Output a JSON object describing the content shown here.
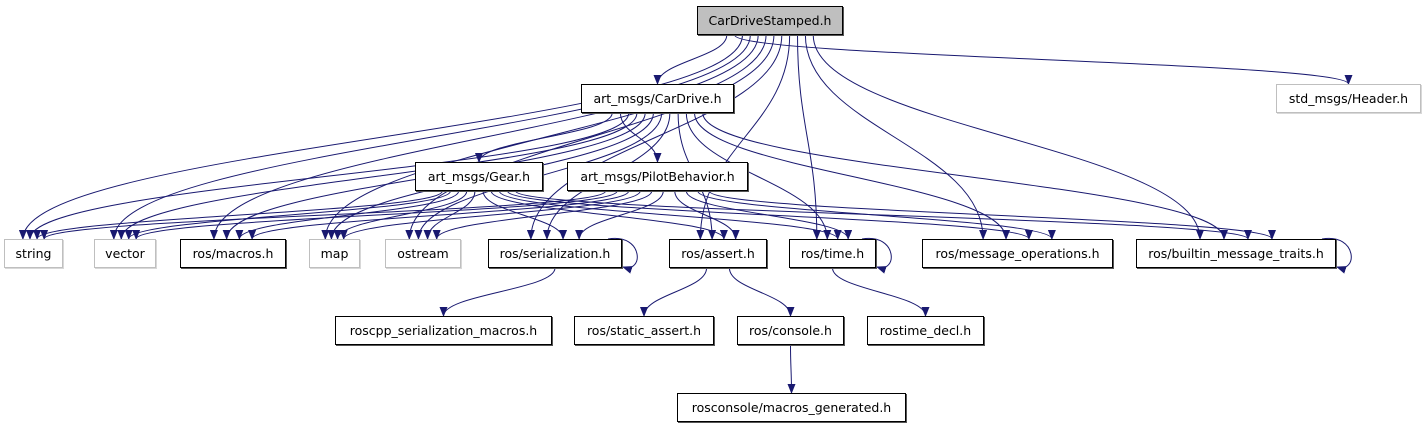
{
  "diagram": {
    "title": "CarDriveStamped.h",
    "edge_color": "#191970",
    "root_fill": "#bfbfbf",
    "nodes": [
      {
        "id": "CarDriveStamped.h",
        "kind": "root"
      },
      {
        "id": "art_msgs/CarDrive.h",
        "kind": "documented"
      },
      {
        "id": "std_msgs/Header.h",
        "kind": "external"
      },
      {
        "id": "art_msgs/Gear.h",
        "kind": "documented"
      },
      {
        "id": "art_msgs/PilotBehavior.h",
        "kind": "documented"
      },
      {
        "id": "string",
        "kind": "external"
      },
      {
        "id": "vector",
        "kind": "external"
      },
      {
        "id": "ros/macros.h",
        "kind": "documented"
      },
      {
        "id": "map",
        "kind": "external"
      },
      {
        "id": "ostream",
        "kind": "external"
      },
      {
        "id": "ros/serialization.h",
        "kind": "documented"
      },
      {
        "id": "ros/assert.h",
        "kind": "documented"
      },
      {
        "id": "ros/time.h",
        "kind": "documented"
      },
      {
        "id": "ros/message_operations.h",
        "kind": "documented"
      },
      {
        "id": "ros/builtin_message_traits.h",
        "kind": "documented"
      },
      {
        "id": "roscpp_serialization_macros.h",
        "kind": "documented"
      },
      {
        "id": "ros/static_assert.h",
        "kind": "documented"
      },
      {
        "id": "ros/console.h",
        "kind": "documented"
      },
      {
        "id": "rostime_decl.h",
        "kind": "documented"
      },
      {
        "id": "rosconsole/macros_generated.h",
        "kind": "documented"
      }
    ],
    "edges": [
      [
        "CarDriveStamped.h",
        "art_msgs/CarDrive.h"
      ],
      [
        "CarDriveStamped.h",
        "std_msgs/Header.h"
      ],
      [
        "CarDriveStamped.h",
        "string"
      ],
      [
        "CarDriveStamped.h",
        "vector"
      ],
      [
        "CarDriveStamped.h",
        "ros/macros.h"
      ],
      [
        "CarDriveStamped.h",
        "map"
      ],
      [
        "CarDriveStamped.h",
        "ostream"
      ],
      [
        "CarDriveStamped.h",
        "ros/serialization.h"
      ],
      [
        "CarDriveStamped.h",
        "ros/assert.h"
      ],
      [
        "CarDriveStamped.h",
        "ros/time.h"
      ],
      [
        "CarDriveStamped.h",
        "ros/message_operations.h"
      ],
      [
        "CarDriveStamped.h",
        "ros/builtin_message_traits.h"
      ],
      [
        "art_msgs/CarDrive.h",
        "art_msgs/Gear.h"
      ],
      [
        "art_msgs/CarDrive.h",
        "art_msgs/PilotBehavior.h"
      ],
      [
        "art_msgs/CarDrive.h",
        "string"
      ],
      [
        "art_msgs/CarDrive.h",
        "vector"
      ],
      [
        "art_msgs/CarDrive.h",
        "ros/macros.h"
      ],
      [
        "art_msgs/CarDrive.h",
        "map"
      ],
      [
        "art_msgs/CarDrive.h",
        "ostream"
      ],
      [
        "art_msgs/CarDrive.h",
        "ros/serialization.h"
      ],
      [
        "art_msgs/CarDrive.h",
        "ros/assert.h"
      ],
      [
        "art_msgs/CarDrive.h",
        "ros/time.h"
      ],
      [
        "art_msgs/CarDrive.h",
        "ros/message_operations.h"
      ],
      [
        "art_msgs/CarDrive.h",
        "ros/builtin_message_traits.h"
      ],
      [
        "art_msgs/Gear.h",
        "string"
      ],
      [
        "art_msgs/Gear.h",
        "vector"
      ],
      [
        "art_msgs/Gear.h",
        "ros/macros.h"
      ],
      [
        "art_msgs/Gear.h",
        "map"
      ],
      [
        "art_msgs/Gear.h",
        "ostream"
      ],
      [
        "art_msgs/Gear.h",
        "ros/serialization.h"
      ],
      [
        "art_msgs/Gear.h",
        "ros/assert.h"
      ],
      [
        "art_msgs/Gear.h",
        "ros/time.h"
      ],
      [
        "art_msgs/Gear.h",
        "ros/message_operations.h"
      ],
      [
        "art_msgs/Gear.h",
        "ros/builtin_message_traits.h"
      ],
      [
        "art_msgs/PilotBehavior.h",
        "string"
      ],
      [
        "art_msgs/PilotBehavior.h",
        "vector"
      ],
      [
        "art_msgs/PilotBehavior.h",
        "ros/macros.h"
      ],
      [
        "art_msgs/PilotBehavior.h",
        "map"
      ],
      [
        "art_msgs/PilotBehavior.h",
        "ostream"
      ],
      [
        "art_msgs/PilotBehavior.h",
        "ros/serialization.h"
      ],
      [
        "art_msgs/PilotBehavior.h",
        "ros/assert.h"
      ],
      [
        "art_msgs/PilotBehavior.h",
        "ros/time.h"
      ],
      [
        "art_msgs/PilotBehavior.h",
        "ros/message_operations.h"
      ],
      [
        "art_msgs/PilotBehavior.h",
        "ros/builtin_message_traits.h"
      ],
      [
        "ros/serialization.h",
        "ros/serialization.h"
      ],
      [
        "ros/serialization.h",
        "roscpp_serialization_macros.h"
      ],
      [
        "ros/assert.h",
        "ros/static_assert.h"
      ],
      [
        "ros/assert.h",
        "ros/console.h"
      ],
      [
        "ros/time.h",
        "ros/time.h"
      ],
      [
        "ros/time.h",
        "rostime_decl.h"
      ],
      [
        "ros/builtin_message_traits.h",
        "ros/builtin_message_traits.h"
      ],
      [
        "ros/console.h",
        "rosconsole/macros_generated.h"
      ]
    ]
  }
}
